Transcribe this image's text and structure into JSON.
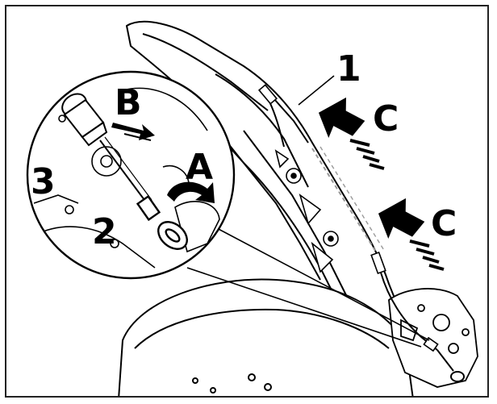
{
  "callouts": {
    "part_1": "1",
    "part_2": "2",
    "part_3": "3",
    "step_a": "A",
    "step_b": "B",
    "direction_c_upper": "C",
    "direction_c_lower": "C"
  },
  "colors": {
    "line": "#000000",
    "background": "#ffffff",
    "hidden_cable": "#999999"
  },
  "icons": [
    "rotate-arrow-icon",
    "push-arrow-icon",
    "lift-arrow-icon"
  ]
}
